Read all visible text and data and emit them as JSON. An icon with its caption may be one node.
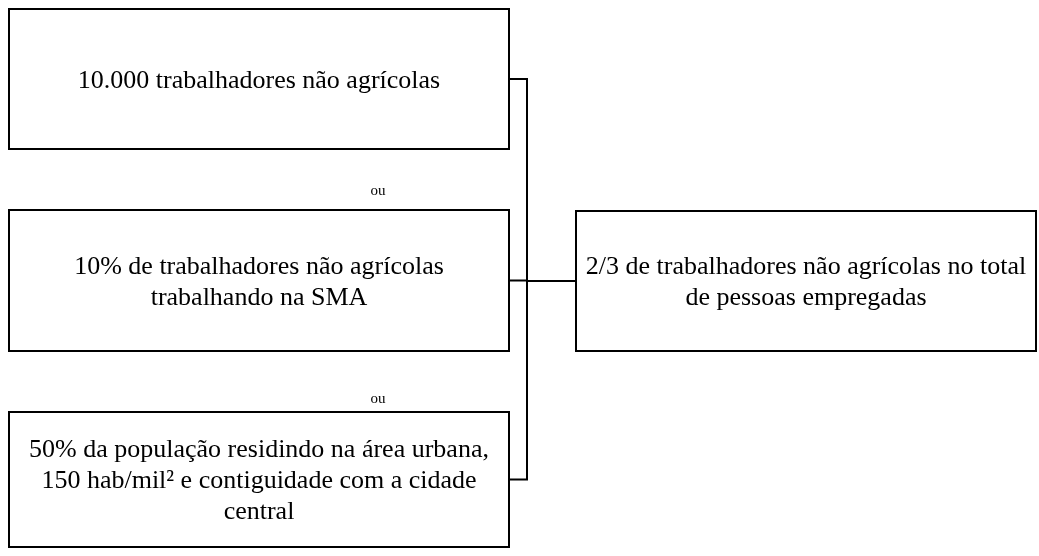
{
  "diagram": {
    "nodes": [
      {
        "text": [
          "10.000 trabalhadores não agrícolas"
        ]
      },
      {
        "text": [
          "10% de trabalhadores não agrícolas trabalhando na SMA"
        ]
      },
      {
        "text": [
          "50% da população residindo na área urbana, 150 hab/mil² e contiguidade com a cidade central"
        ]
      },
      {
        "text": [
          "2/3 de trabalhadores não agrícolas no total de pessoas empregadas"
        ]
      }
    ],
    "edges": [
      {
        "from": 0,
        "to": 3,
        "arrow": "none"
      },
      {
        "from": 1,
        "to": 3,
        "arrow": "none"
      },
      {
        "from": 2,
        "to": 3,
        "arrow": "none"
      }
    ],
    "labels": [
      "ou",
      "ou"
    ]
  }
}
